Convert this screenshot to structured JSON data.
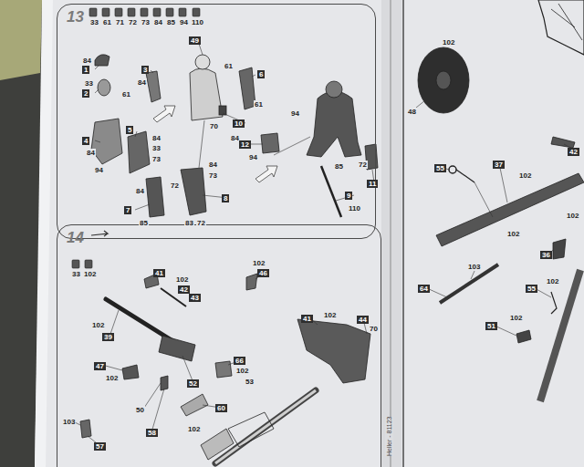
{
  "diagram": {
    "nodes": [
      {
        "text": [
          "13"
        ]
      },
      {
        "text": [
          "14"
        ]
      }
    ],
    "labels": [
      "33",
      "61",
      "71",
      "72",
      "73",
      "84",
      "85",
      "94",
      "110",
      "49",
      "84",
      "1",
      "33",
      "2",
      "61",
      "3",
      "84",
      "4",
      "84",
      "5",
      "84",
      "33",
      "94",
      "73",
      "6",
      "61",
      "61",
      "70",
      "10",
      "84",
      "84",
      "73",
      "8",
      "83",
      "72",
      "84",
      "72",
      "7",
      "85",
      "94",
      "12",
      "94",
      "85",
      "9",
      "110",
      "72",
      "11",
      "33",
      "102",
      "41",
      "102",
      "42",
      "43",
      "46",
      "102",
      "102",
      "39",
      "47",
      "102",
      "50",
      "52",
      "66",
      "102",
      "53",
      "60",
      "102",
      "57",
      "103",
      "58",
      "41",
      "102",
      "44",
      "70",
      "102",
      "48",
      "42",
      "55",
      "37",
      "102",
      "102",
      "102",
      "36",
      "64",
      "103",
      "55",
      "102",
      "51",
      "102",
      "Heller - 81123"
    ]
  }
}
